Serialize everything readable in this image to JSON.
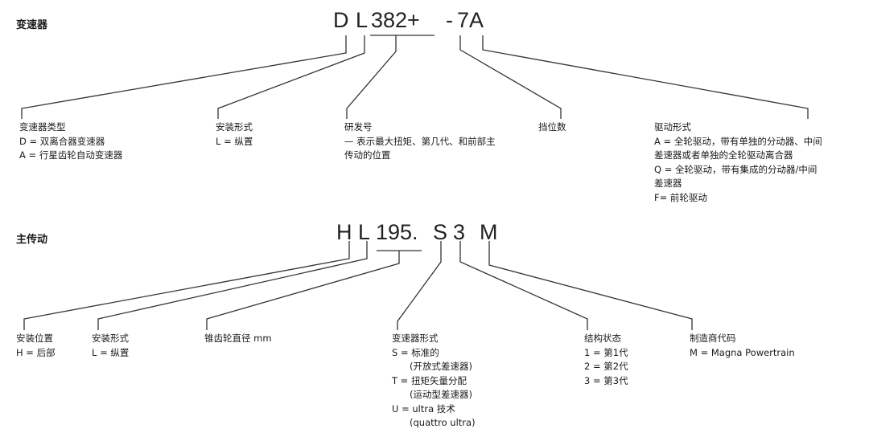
{
  "transmission": {
    "title": "变速器",
    "code": [
      "D",
      "L",
      "382+",
      "-",
      "7A"
    ],
    "blocks": [
      {
        "title": "变速器类型",
        "lines": [
          "D = 双离合器变速器",
          "A = 行星齿轮自动变速器"
        ]
      },
      {
        "title": "安装形式",
        "lines": [
          "L = 纵置"
        ]
      },
      {
        "title": "研发号",
        "lines": [
          "— 表示最大扭矩、第几代、和前部主",
          "传动的位置"
        ]
      },
      {
        "title": "挡位数",
        "lines": []
      },
      {
        "title": "驱动形式",
        "lines": [
          "A = 全轮驱动，带有单独的分动器、中间",
          "差速器或者单独的全轮驱动离合器",
          "Q = 全轮驱动，带有集成的分动器/中间",
          "差速器",
          "F= 前轮驱动"
        ]
      }
    ]
  },
  "final_drive": {
    "title": "主传动",
    "code": [
      "H",
      "L",
      "195.",
      "S",
      "3",
      "M"
    ],
    "blocks": [
      {
        "title": "安装位置",
        "lines": [
          "H = 后部"
        ]
      },
      {
        "title": "安装形式",
        "lines": [
          "L = 纵置"
        ]
      },
      {
        "title": "锥齿轮直径 mm",
        "lines": []
      },
      {
        "title": "变速器形式",
        "lines": [
          "S = 标准的",
          "(开放式差速器)",
          "T = 扭矩矢量分配",
          "(运动型差速器)",
          "U = ultra 技术",
          "(quattro ultra)"
        ]
      },
      {
        "title": "结构状态",
        "lines": [
          "1 = 第1代",
          "2 = 第2代",
          "3 = 第3代"
        ]
      },
      {
        "title": "制造商代码",
        "lines": [
          "M = Magna Powertrain"
        ]
      }
    ]
  }
}
